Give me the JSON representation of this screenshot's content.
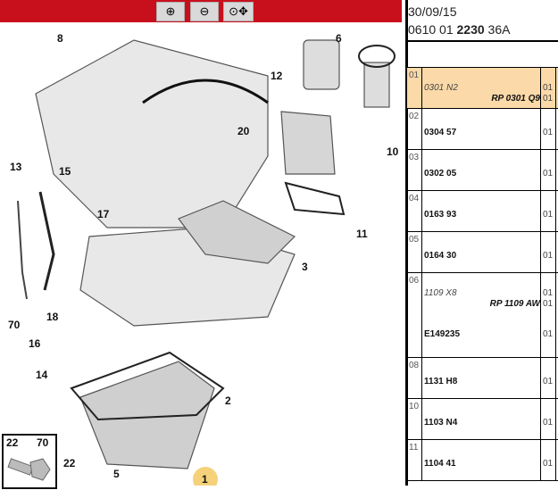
{
  "toolbar": {
    "buttons": [
      {
        "name": "zoom-in",
        "glyph": "⊕"
      },
      {
        "name": "zoom-out",
        "glyph": "⊖"
      },
      {
        "name": "zoom-pan",
        "glyph": "⊙✥"
      }
    ],
    "color": "#c8101c"
  },
  "header": {
    "date": "30/09/15",
    "ref_prefix": "0610 01 ",
    "ref_bold": "2230",
    "ref_suffix": " 36A"
  },
  "diagram": {
    "callouts": [
      "8",
      "12",
      "6",
      "10",
      "20",
      "13",
      "15",
      "17",
      "11",
      "3",
      "70",
      "18",
      "16",
      "14",
      "2",
      "22",
      "5",
      "1"
    ],
    "inset": {
      "left": "22",
      "right": "70"
    }
  },
  "table": {
    "rows": [
      {
        "num": "01",
        "alt": "0301 N2",
        "alt_qty": "01",
        "rp": "RP 0301 Q9",
        "rp_qty": "01",
        "highlight": true
      },
      {
        "num": "02",
        "part": "0304 57",
        "qty": "01"
      },
      {
        "num": "03",
        "part": "0302 05",
        "qty": "01"
      },
      {
        "num": "04",
        "part": "0163 93",
        "qty": "01"
      },
      {
        "num": "05",
        "part": "0164 30",
        "qty": "01"
      },
      {
        "num": "06",
        "alt": "1109 X8",
        "alt_qty": "01",
        "rp": "RP 1109 AW",
        "rp_qty": "01",
        "part": "E149235",
        "qty": "01"
      },
      {
        "num": "08",
        "part": "1131 H8",
        "qty": "01"
      },
      {
        "num": "10",
        "part": "1103 N4",
        "qty": "01"
      },
      {
        "num": "11",
        "part": "1104 41",
        "qty": "01"
      }
    ]
  }
}
